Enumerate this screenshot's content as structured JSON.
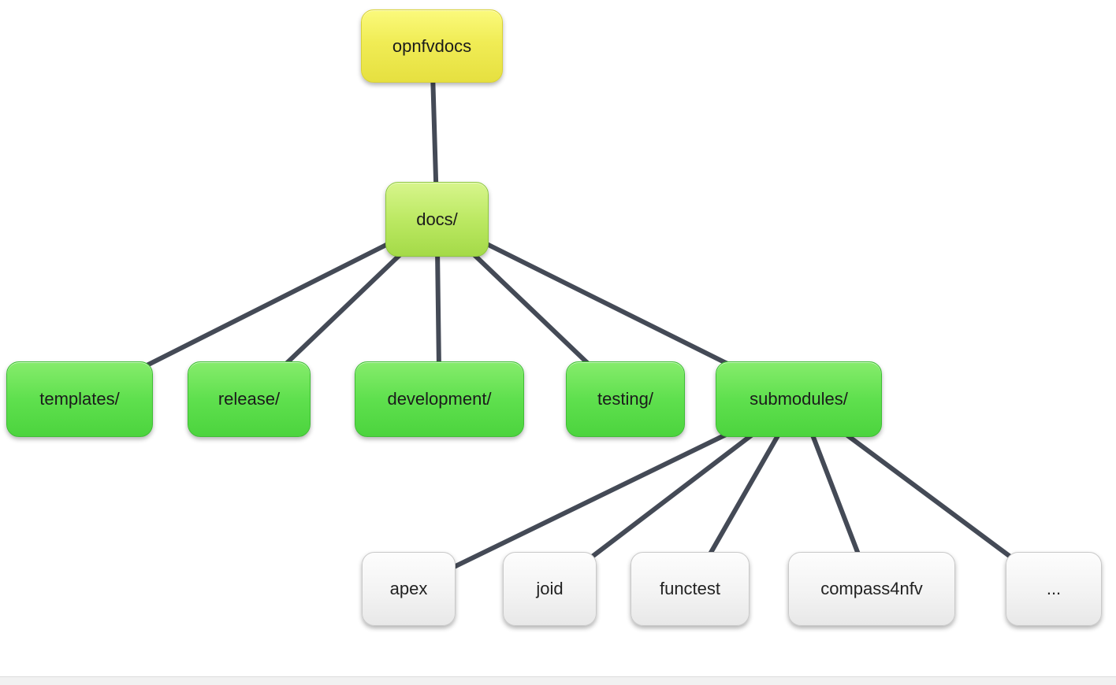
{
  "diagram": {
    "type": "tree",
    "description": "Directory structure tree of the opnfvdocs repository",
    "nodes": {
      "root": {
        "label": "opnfvdocs",
        "level": 0
      },
      "docs": {
        "label": "docs/",
        "level": 1
      },
      "templates": {
        "label": "templates/",
        "level": 2
      },
      "release": {
        "label": "release/",
        "level": 2
      },
      "development": {
        "label": "development/",
        "level": 2
      },
      "testing": {
        "label": "testing/",
        "level": 2
      },
      "submodules": {
        "label": "submodules/",
        "level": 2
      },
      "apex": {
        "label": "apex",
        "level": 3
      },
      "joid": {
        "label": "joid",
        "level": 3
      },
      "functest": {
        "label": "functest",
        "level": 3
      },
      "compass4nfv": {
        "label": "compass4nfv",
        "level": 3
      },
      "more": {
        "label": "...",
        "level": 3
      }
    },
    "edges": [
      {
        "from": "root",
        "to": "docs"
      },
      {
        "from": "docs",
        "to": "templates"
      },
      {
        "from": "docs",
        "to": "release"
      },
      {
        "from": "docs",
        "to": "development"
      },
      {
        "from": "docs",
        "to": "testing"
      },
      {
        "from": "docs",
        "to": "submodules"
      },
      {
        "from": "submodules",
        "to": "apex"
      },
      {
        "from": "submodules",
        "to": "joid"
      },
      {
        "from": "submodules",
        "to": "functest"
      },
      {
        "from": "submodules",
        "to": "compass4nfv"
      },
      {
        "from": "submodules",
        "to": "more"
      }
    ],
    "colors": {
      "root_fill": "#f0ec55",
      "level1_fill": "#bce963",
      "level2_fill": "#5fe04e",
      "leaf_fill": "#f3f3f3",
      "edge": "#3b414e"
    }
  }
}
